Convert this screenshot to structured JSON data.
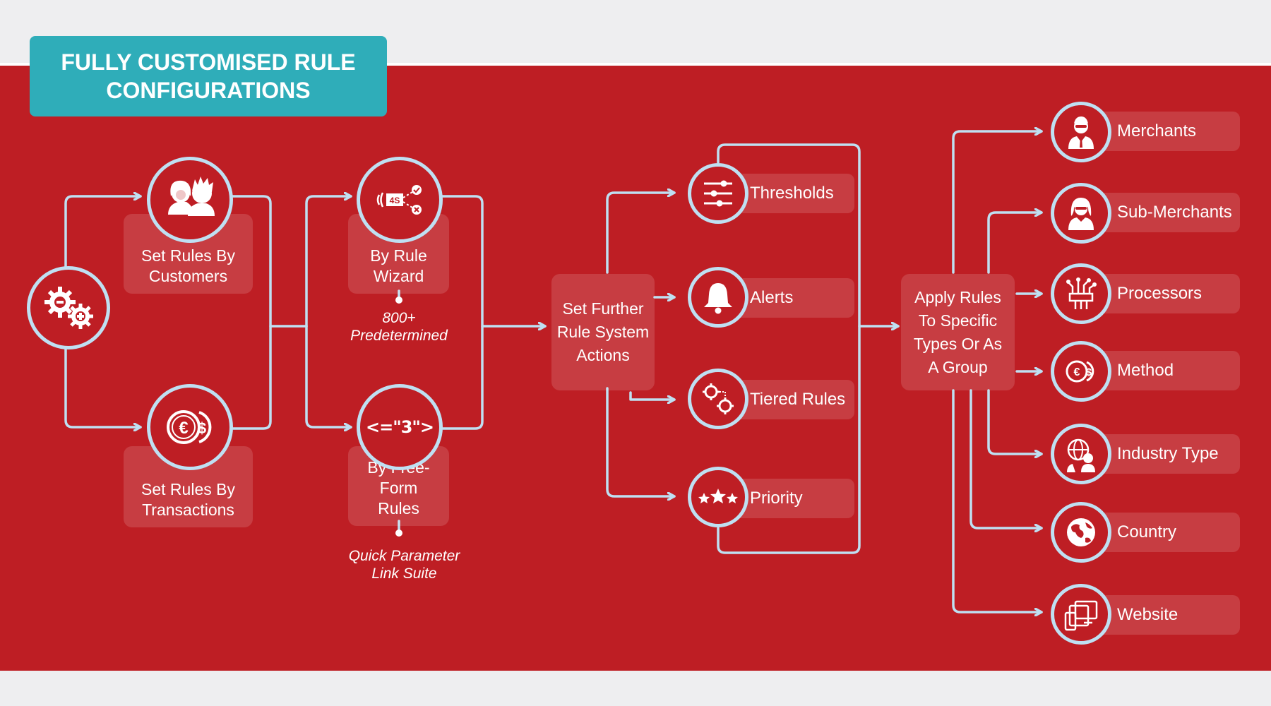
{
  "title": "FULLY CUSTOMISED RULE CONFIGURATIONS",
  "colors": {
    "band": "#be1e24",
    "title_bg": "#2fadb9",
    "connector": "#bfe0f2",
    "background": "#eeeef0"
  },
  "stage1": {
    "customers_label": "Set Rules By Customers",
    "transactions_label": "Set Rules By Transactions"
  },
  "stage2": {
    "wizard_label": "By Rule Wizard",
    "wizard_note": "800+ Predetermined",
    "freeform_label": "By Free-Form Rules",
    "freeform_note": "Quick Parameter Link Suite",
    "freeform_icon_text": "<=\"3\">"
  },
  "stage3": {
    "label": "Set Further Rule System Actions",
    "actions": [
      {
        "label": "Thresholds",
        "icon": "sliders-icon"
      },
      {
        "label": "Alerts",
        "icon": "bell-icon"
      },
      {
        "label": "Tiered Rules",
        "icon": "tiered-gears-icon"
      },
      {
        "label": "Priority",
        "icon": "stars-icon"
      }
    ]
  },
  "stage4": {
    "label": "Apply Rules To Specific Types Or As A Group",
    "targets": [
      {
        "label": "Merchants",
        "icon": "businessman-icon"
      },
      {
        "label": "Sub-Merchants",
        "icon": "businesswoman-icon"
      },
      {
        "label": "Processors",
        "icon": "processor-chip-icon"
      },
      {
        "label": "Method",
        "icon": "currency-coins-icon"
      },
      {
        "label": "Industry Type",
        "icon": "industry-globe-person-icon"
      },
      {
        "label": "Country",
        "icon": "globe-icon"
      },
      {
        "label": "Website",
        "icon": "devices-icon"
      }
    ]
  }
}
